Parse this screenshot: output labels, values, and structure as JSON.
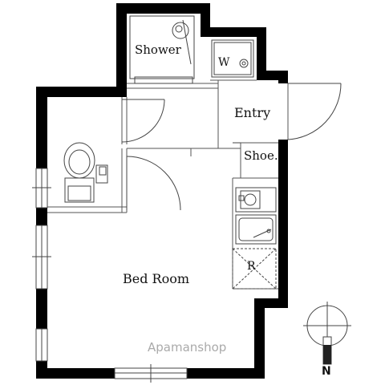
{
  "rooms": {
    "shower": "Shower",
    "washer": "W",
    "entry": "Entry",
    "shoe": "Shoe.",
    "fridge": "R",
    "bedroom": "Bed Room"
  },
  "watermark": "Apamanshop",
  "compass": {
    "north_label": "N"
  },
  "colors": {
    "wall": "#000000",
    "line": "#555555",
    "watermark": "#aaaaaa",
    "background": "#ffffff"
  }
}
